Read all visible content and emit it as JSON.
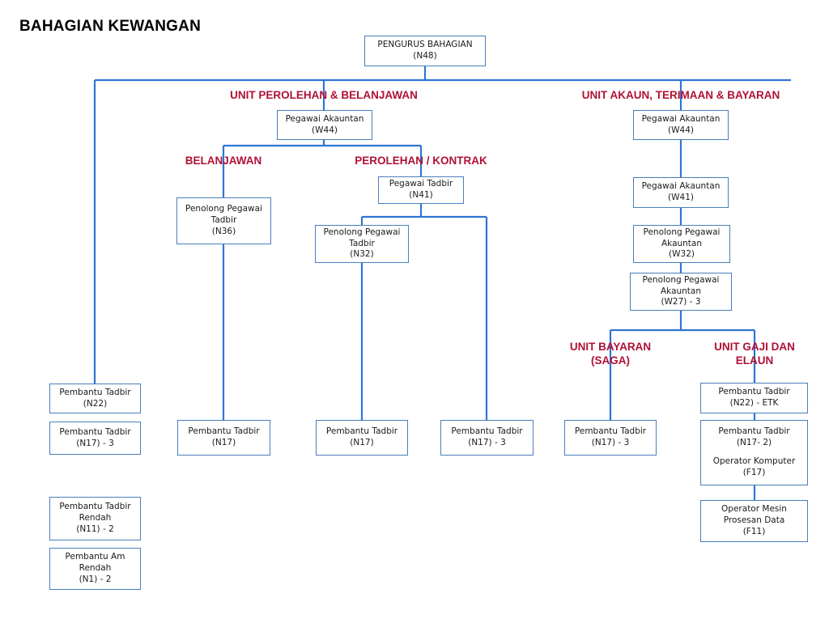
{
  "title": "BAHAGIAN KEWANGAN",
  "colors": {
    "box_border": "#4a7ebb",
    "connector": "#2e75d4",
    "unit_label": "#b01135",
    "title": "#000000",
    "background": "#ffffff"
  },
  "nodes": {
    "root": {
      "line1": "PENGURUS BAHAGIAN",
      "line2": "(N48)"
    },
    "perolehan_w44": {
      "line1": "Pegawai Akauntan",
      "line2": "(W44)"
    },
    "belanjawan_n36": {
      "line1": "Penolong Pegawai",
      "line2": "Tadbir",
      "line3": "(N36)"
    },
    "kontrak_n41": {
      "line1": "Pegawai Tadbir",
      "line2": "(N41)"
    },
    "kontrak_n32": {
      "line1": "Penolong Pegawai",
      "line2": "Tadbir",
      "line3": "(N32)"
    },
    "left_n22": {
      "line1": "Pembantu Tadbir",
      "line2": "(N22)"
    },
    "left_n17_3": {
      "line1": "Pembantu Tadbir",
      "line2": "(N17) - 3"
    },
    "left_n11_2": {
      "line1": "Pembantu Tadbir",
      "line2": "Rendah",
      "line3": "(N11) - 2"
    },
    "left_n1_2": {
      "line1": "Pembantu Am",
      "line2": "Rendah",
      "line3": "(N1) - 2"
    },
    "belanjawan_n17": {
      "line1": "Pembantu Tadbir",
      "line2": "(N17)"
    },
    "kontrak_n17": {
      "line1": "Pembantu Tadbir",
      "line2": "(N17)"
    },
    "kontrak_n17_3": {
      "line1": "Pembantu Tadbir",
      "line2": "(N17) - 3"
    },
    "akaun_w44": {
      "line1": "Pegawai Akauntan",
      "line2": "(W44)"
    },
    "akaun_w41": {
      "line1": "Pegawai Akauntan",
      "line2": "(W41)"
    },
    "akaun_w32": {
      "line1": "Penolong Pegawai",
      "line2": "Akauntan",
      "line3": "(W32)"
    },
    "akaun_w27_3": {
      "line1": "Penolong Pegawai",
      "line2": "Akauntan",
      "line3": "(W27) - 3"
    },
    "saga_n17_3": {
      "line1": "Pembantu Tadbir",
      "line2": "(N17) - 3"
    },
    "gaji_n22_etk": {
      "line1": "Pembantu Tadbir",
      "line2": "(N22) - ETK"
    },
    "gaji_n17_2": {
      "line1": "Pembantu Tadbir",
      "line2": "(N17- 2)",
      "line3": "Operator Komputer",
      "line4": "(F17)"
    },
    "gaji_f11": {
      "line1": "Operator Mesin",
      "line2": "Prosesan Data",
      "line3": "(F11)"
    }
  },
  "unit_labels": {
    "perolehan_belanjawan": "UNIT PEROLEHAN & BELANJAWAN",
    "akaun_terimaan_bayaran": "UNIT AKAUN, TERIMAAN & BAYARAN",
    "belanjawan": "BELANJAWAN",
    "perolehan_kontrak": "PEROLEHAN / KONTRAK",
    "unit_bayaran_l1": "UNIT BAYARAN",
    "unit_bayaran_l2": "(SAGA)",
    "unit_gaji_l1": "UNIT GAJI DAN",
    "unit_gaji_l2": "ELAUN"
  }
}
